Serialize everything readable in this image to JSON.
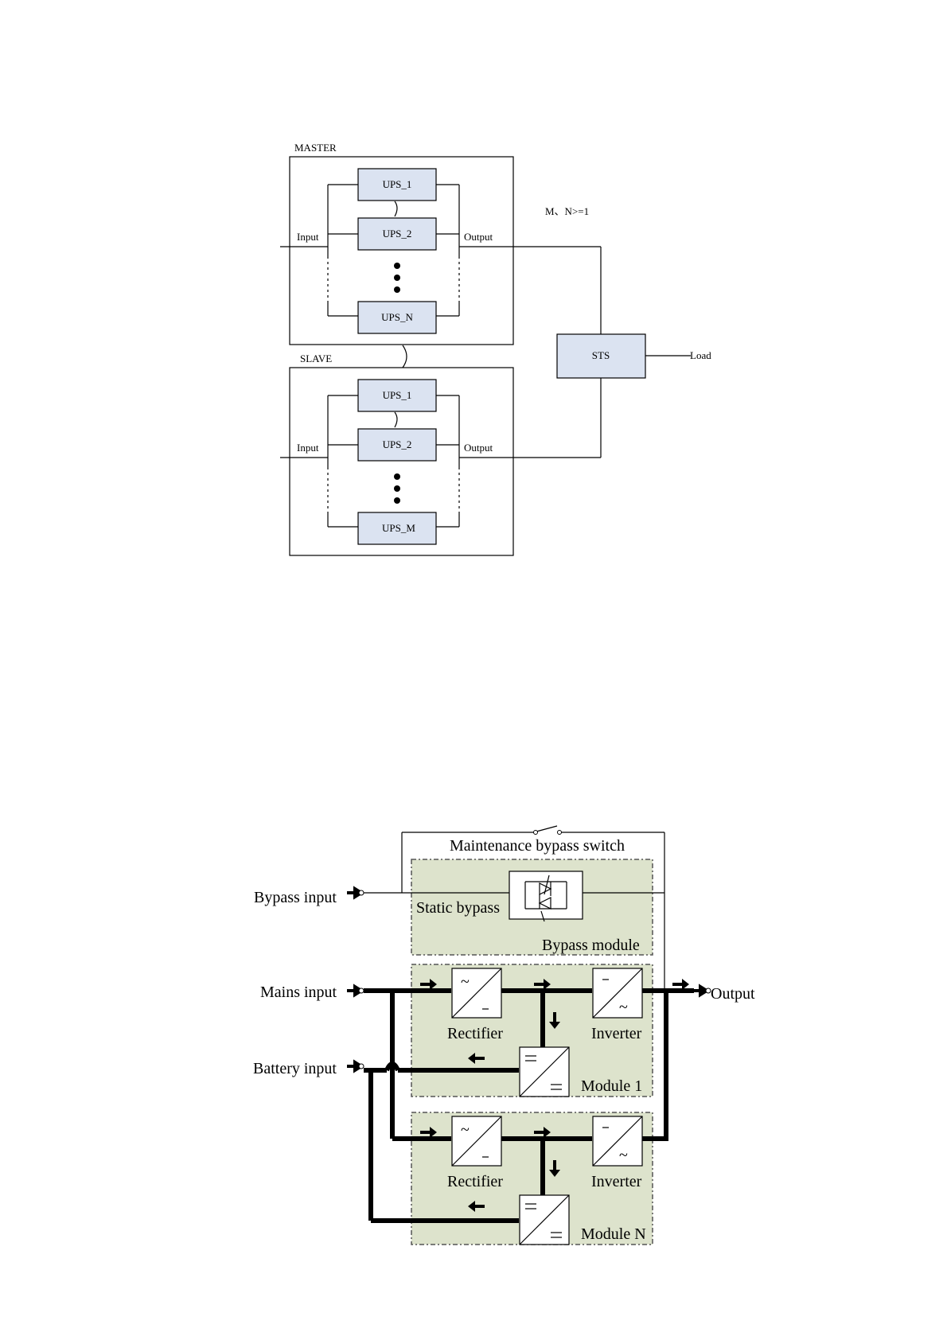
{
  "diagram1": {
    "master_label": "MASTER",
    "slave_label": "SLAVE",
    "master_units": [
      "UPS_1",
      "UPS_2",
      "UPS_N"
    ],
    "slave_units": [
      "UPS_1",
      "UPS_2",
      "UPS_M"
    ],
    "input_label": "Input",
    "output_label": "Output",
    "condition": "M、N>=1",
    "sts_label": "STS",
    "load_label": "Load"
  },
  "diagram2": {
    "maintenance_switch": "Maintenance bypass switch",
    "bypass_input": "Bypass input",
    "static_bypass": "Static bypass",
    "bypass_module": "Bypass module",
    "mains_input": "Mains input",
    "battery_input": "Battery input",
    "output": "Output",
    "rectifier": "Rectifier",
    "inverter": "Inverter",
    "module_1": "Module 1",
    "module_n": "Module N"
  }
}
